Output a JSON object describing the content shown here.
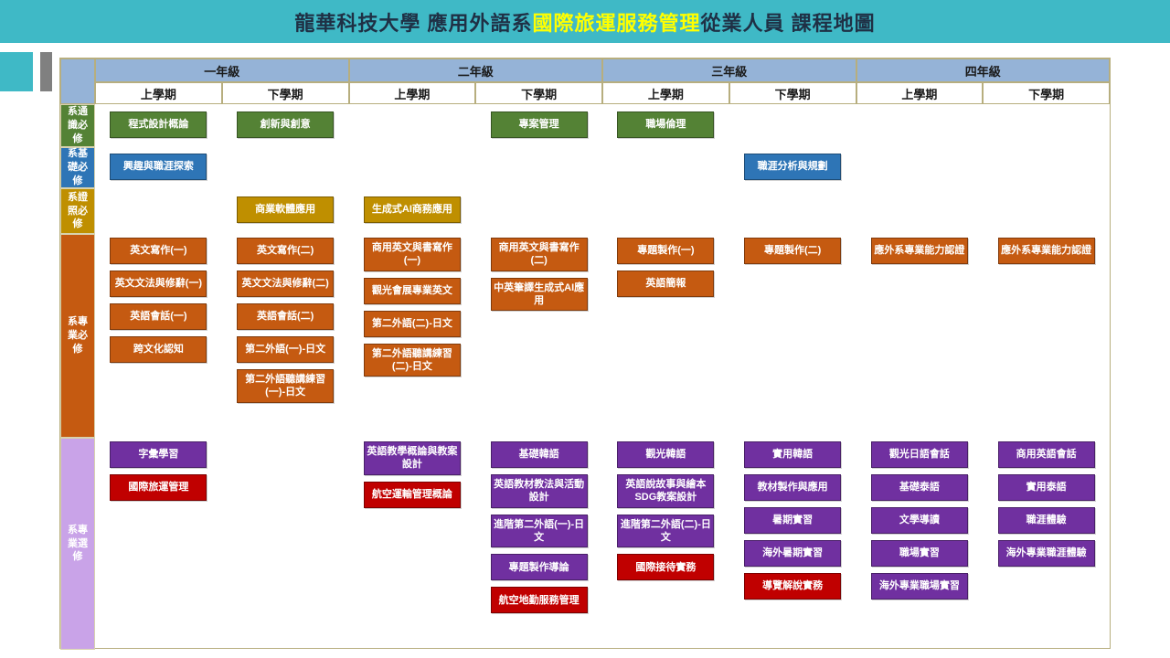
{
  "title": {
    "prefix": "龍華科技大學  應用外語系",
    "highlight": "國際旅運服務管理",
    "suffix": "從業人員 課程地圖"
  },
  "palette": {
    "titlebar_bg": "#3FB9C6",
    "title_text": "#1F3045",
    "title_highlight": "#FFFF00",
    "header_blue": "#95B3D7",
    "table_border": "#B7AE7E",
    "gray_bar": "#808080",
    "green": "#548235",
    "blue": "#2E75B6",
    "olive": "#BF8F00",
    "orange": "#C55A11",
    "purple": "#7030A0",
    "red": "#C00000",
    "lilac": "#C9A3E8"
  },
  "years": [
    "一年級",
    "二年級",
    "三年級",
    "四年級"
  ],
  "semesters": [
    "上學期",
    "下學期"
  ],
  "categories": [
    {
      "label": "系通識必修",
      "color": "green",
      "align": "center",
      "cells": [
        [
          {
            "t": "程式設計概論",
            "c": "green"
          }
        ],
        [
          {
            "t": "創新與創意",
            "c": "green"
          }
        ],
        [],
        [
          {
            "t": "專案管理",
            "c": "green"
          }
        ],
        [
          {
            "t": "職場倫理",
            "c": "green"
          }
        ],
        [],
        [],
        []
      ]
    },
    {
      "label": "系基礎必修",
      "color": "blue",
      "align": "center",
      "cells": [
        [
          {
            "t": "興趣與職涯探索",
            "c": "blue"
          }
        ],
        [],
        [],
        [],
        [],
        [
          {
            "t": "職涯分析與規劃",
            "c": "blue"
          }
        ],
        [],
        []
      ]
    },
    {
      "label": "系證照必修",
      "color": "olive",
      "align": "center",
      "cells": [
        [],
        [
          {
            "t": "商業軟體應用",
            "c": "olive"
          }
        ],
        [
          {
            "t": "生成式AI商務應用",
            "c": "olive"
          }
        ],
        [],
        [],
        [],
        [],
        []
      ]
    },
    {
      "label": "系專業必修",
      "color": "orange",
      "align": "top",
      "cells": [
        [
          {
            "t": "英文寫作(一)",
            "c": "orange"
          },
          {
            "t": "英文文法與修辭(一)",
            "c": "orange"
          },
          {
            "t": "英語會話(一)",
            "c": "orange"
          },
          {
            "t": "跨文化認知",
            "c": "orange"
          }
        ],
        [
          {
            "t": "英文寫作(二)",
            "c": "orange"
          },
          {
            "t": "英文文法與修辭(二)",
            "c": "orange"
          },
          {
            "t": "英語會話(二)",
            "c": "orange"
          },
          {
            "t": "第二外語(一)-日文",
            "c": "orange"
          },
          {
            "t": "第二外語聽講練習(一)-日文",
            "c": "orange"
          }
        ],
        [
          {
            "t": "商用英文與書寫作(一)",
            "c": "orange"
          },
          {
            "t": "觀光會展專業英文",
            "c": "orange"
          },
          {
            "t": "第二外語(二)-日文",
            "c": "orange"
          },
          {
            "t": "第二外語聽講練習(二)-日文",
            "c": "orange"
          }
        ],
        [
          {
            "t": "商用英文與書寫作(二)",
            "c": "orange"
          },
          {
            "t": "中英筆譯生成式AI應用",
            "c": "orange"
          }
        ],
        [
          {
            "t": "專題製作(一)",
            "c": "orange"
          },
          {
            "t": "英語簡報",
            "c": "orange"
          }
        ],
        [
          {
            "t": "專題製作(二)",
            "c": "orange"
          }
        ],
        [
          {
            "t": "應外系專業能力認證",
            "c": "orange"
          }
        ],
        [
          {
            "t": "應外系專業能力認證",
            "c": "orange"
          }
        ]
      ]
    },
    {
      "label": "系專業選修",
      "color": "lilac",
      "align": "top",
      "cells": [
        [
          {
            "t": "字彙學習",
            "c": "purple"
          },
          {
            "t": "國際旅運管理",
            "c": "red"
          }
        ],
        [],
        [
          {
            "t": "英語教學概論與教案設計",
            "c": "purple"
          },
          {
            "t": "航空運輸管理概論",
            "c": "red"
          }
        ],
        [
          {
            "t": "基礎韓語",
            "c": "purple"
          },
          {
            "t": "英語教材教法與活動設計",
            "c": "purple"
          },
          {
            "t": "進階第二外語(一)-日文",
            "c": "purple"
          },
          {
            "t": "專題製作導論",
            "c": "purple"
          },
          {
            "t": "航空地勤服務管理",
            "c": "red"
          }
        ],
        [
          {
            "t": "觀光韓語",
            "c": "purple"
          },
          {
            "t": "英語說故事與繪本SDG教案設計",
            "c": "purple"
          },
          {
            "t": "進階第二外語(二)-日文",
            "c": "purple"
          },
          {
            "t": "國際接待實務",
            "c": "red"
          }
        ],
        [
          {
            "t": "實用韓語",
            "c": "purple"
          },
          {
            "t": "教材製作與應用",
            "c": "purple"
          },
          {
            "t": "暑期實習",
            "c": "purple"
          },
          {
            "t": "海外暑期實習",
            "c": "purple"
          },
          {
            "t": "導覽解說實務",
            "c": "red"
          }
        ],
        [
          {
            "t": "觀光日語會話",
            "c": "purple"
          },
          {
            "t": "基礎泰語",
            "c": "purple"
          },
          {
            "t": "文學導讀",
            "c": "purple"
          },
          {
            "t": "職場實習",
            "c": "purple"
          },
          {
            "t": "海外專業職場實習",
            "c": "purple"
          }
        ],
        [
          {
            "t": "商用英語會話",
            "c": "purple"
          },
          {
            "t": "實用泰語",
            "c": "purple"
          },
          {
            "t": "職涯體驗",
            "c": "purple"
          },
          {
            "t": "海外專業職涯體驗",
            "c": "purple"
          }
        ]
      ]
    }
  ]
}
